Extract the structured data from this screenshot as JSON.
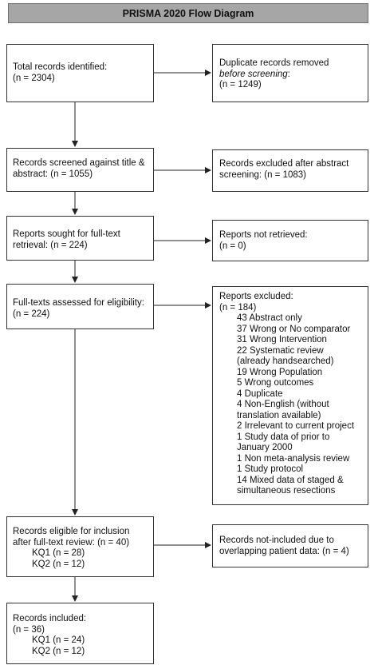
{
  "title": "PRISMA 2020 Flow Diagram",
  "identified": {
    "line1": "Total records identified:",
    "line2": "(n = 2304)"
  },
  "duplicates": {
    "line1": "Duplicate records removed",
    "line2": "before screening",
    "line2_suffix": ":",
    "line3": "(n = 1249)"
  },
  "screened": {
    "line1": "Records screened against title &",
    "line2": "abstract: (n = 1055)"
  },
  "excluded_abstract": {
    "line1": "Records excluded after abstract",
    "line2": "screening: (n = 1083)"
  },
  "sought": {
    "line1": "Reports sought for full-text",
    "line2": "retrieval: (n = 224)"
  },
  "not_retrieved": {
    "line1": "Reports not retrieved:",
    "line2": "(n = 0)"
  },
  "assessed": {
    "line1": "Full-texts assessed for eligibility:",
    "line2": "(n = 224)"
  },
  "reports_excluded": {
    "line1": "Reports excluded:",
    "line2": "(n = 184)",
    "reasons": [
      "43  Abstract only",
      "37  Wrong or No comparator",
      "31  Wrong Intervention",
      "22  Systematic review",
      "(already handsearched)",
      "19  Wrong Population",
      "5  Wrong outcomes",
      "4  Duplicate",
      "4  Non-English (without",
      "translation available)",
      "2  Irrelevant to current project",
      "1  Study data of prior to",
      "January 2000",
      "1  Non meta-analysis review",
      "1  Study protocol",
      "14  Mixed data of staged &",
      "simultaneous resections"
    ]
  },
  "eligible": {
    "line1": "Records eligible for inclusion",
    "line2": "after full-text review: (n = 40)",
    "kq1": "KQ1 (n = 28)",
    "kq2": "KQ2 (n = 12)"
  },
  "not_included": {
    "line1": "Records not-included due to",
    "line2": "overlapping patient data: (n = 4)"
  },
  "included": {
    "line1": "Records included:",
    "line2": "(n = 36)",
    "kq1": "KQ1 (n = 24)",
    "kq2": "KQ2 (n = 12)"
  }
}
